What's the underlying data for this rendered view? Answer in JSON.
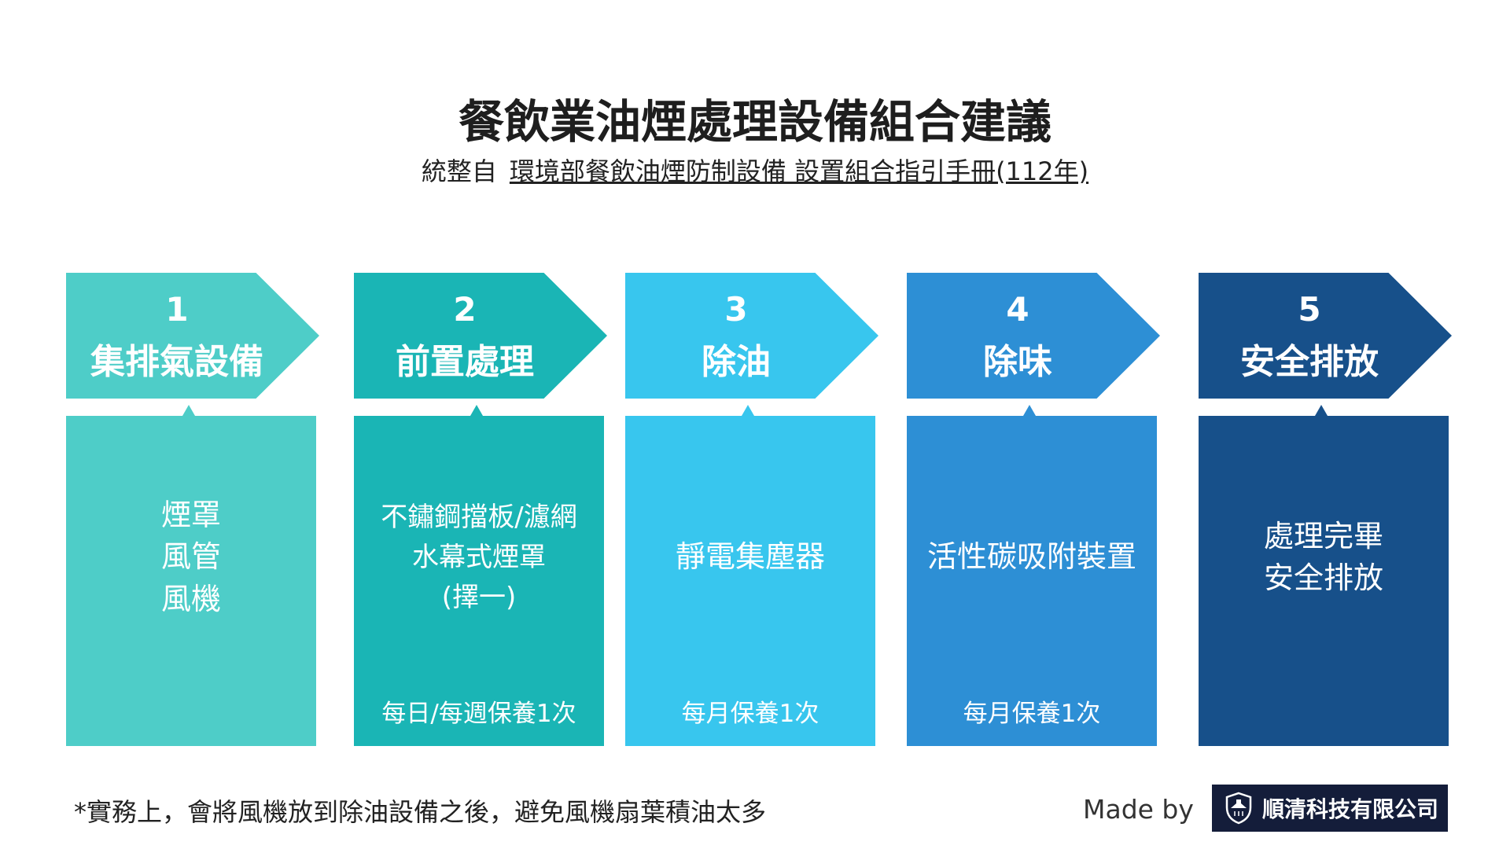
{
  "title": "餐飲業油煙處理設備組合建議",
  "subtitle": {
    "prefix": "統整自",
    "link": "環境部餐飲油煙防制設備 設置組合指引手冊(112年)"
  },
  "steps": [
    {
      "num": "1",
      "stage": "集排氣設備",
      "items": [
        "煙罩",
        "風管",
        "風機"
      ],
      "maintenance": "",
      "color": "#4ECDC8"
    },
    {
      "num": "2",
      "stage": "前置處理",
      "items": [
        "不鏽鋼擋板/濾網",
        "水幕式煙罩",
        "(擇一)"
      ],
      "maintenance": "每日/每週保養1次",
      "color": "#1AB5B5"
    },
    {
      "num": "3",
      "stage": "除油",
      "items": [
        "靜電集塵器"
      ],
      "maintenance": "每月保養1次",
      "color": "#38C6EE"
    },
    {
      "num": "4",
      "stage": "除味",
      "items": [
        "活性碳吸附裝置"
      ],
      "maintenance": "每月保養1次",
      "color": "#2D8FD5"
    },
    {
      "num": "5",
      "stage": "安全排放",
      "items": [
        "處理完畢",
        "安全排放"
      ],
      "maintenance": "",
      "color": "#17508A"
    }
  ],
  "footnote": "*實務上，會將風機放到除油設備之後，避免風機扇葉積油太多",
  "made_by": "Made by",
  "logo_text": "順清科技有限公司"
}
